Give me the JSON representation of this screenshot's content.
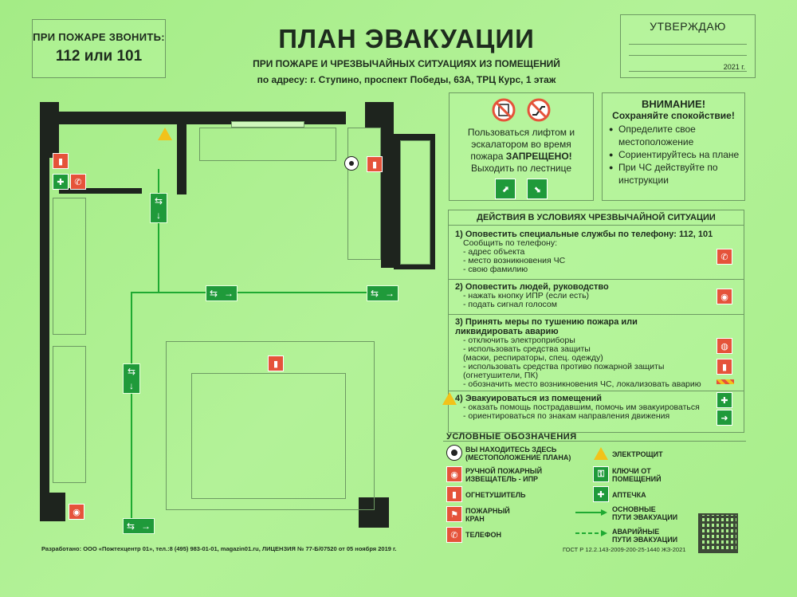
{
  "phone_box": {
    "line1": "ПРИ ПОЖАРЕ ЗВОНИТЬ:",
    "line2": "112 или 101"
  },
  "header": {
    "title": "ПЛАН ЭВАКУАЦИИ",
    "subtitle": "ПРИ ПОЖАРЕ И ЧРЕЗВЫЧАЙНЫХ СИТУАЦИЯХ ИЗ ПОМЕЩЕНИЙ",
    "address": "по адресу: г. Ступино, проспект Победы, 63А, ТРЦ Курс, 1 этаж"
  },
  "approve": {
    "label": "УТВЕРЖДАЮ",
    "year": "2021 г."
  },
  "prohibition": {
    "line1": "Пользоваться лифтом и",
    "line2": "эскалатором во время",
    "line3_pre": "пожара ",
    "line3_bold": "ЗАПРЕЩЕНО!",
    "line4": "Выходить по лестнице"
  },
  "attention": {
    "title": "ВНИМАНИЕ!",
    "subtitle": "Сохраняйте спокойствие!",
    "items": [
      "Определите свое местоположение",
      "Сориентируйтесь на плане",
      "При ЧС действуйте по инструкции"
    ]
  },
  "actions": {
    "header": "ДЕЙСТВИЯ В УСЛОВИЯХ ЧРЕЗВЫЧАЙНОЙ СИТУАЦИИ",
    "s1": {
      "title": "1) Оповестить специальные службы по телефону: 112, 101",
      "intro": "Сообщить по телефону:",
      "items": [
        "- адрес объекта",
        "- место возникновения ЧС",
        "- свою фамилию"
      ]
    },
    "s2": {
      "title": "2) Оповестить людей, руководство",
      "items": [
        "- нажать кнопку  ИПР (если есть)",
        "- подать сигнал голосом"
      ]
    },
    "s3": {
      "title1": "3) Принять меры по тушению пожара или",
      "title2": "ликвидировать аварию",
      "items": [
        "- отключить электроприборы",
        "- использовать средства защиты",
        "(маски, респираторы, спец. одежду)",
        "- использовать средства противо пожарной защиты",
        "(огнетушители, ПК)",
        "- обозначить место возникновения ЧС, локализовать аварию"
      ]
    },
    "s4": {
      "title": "4) Эвакуироваться из помещений",
      "items": [
        "- оказать помощь пострадавшим, помочь им эвакуироваться",
        "- ориентироваться по знакам направления движения"
      ]
    }
  },
  "legend": {
    "title": "УСЛОВНЫЕ ОБОЗНАЧЕНИЯ",
    "here1": "ВЫ НАХОДИТЕСЬ ЗДЕСЬ",
    "here2": "(МЕСТОПОЛОЖЕНИЕ ПЛАНА)",
    "ipr1": "РУЧНОЙ ПОЖАРНЫЙ",
    "ipr2": "ИЗВЕЩАТЕЛЬ - ИПР",
    "extinguisher": "ОГНЕТУШИТЕЛЬ",
    "hydrant1": "ПОЖАРНЫЙ",
    "hydrant2": "КРАН",
    "phone": "ТЕЛЕФОН",
    "panel": "ЭЛЕКТРОЩИТ",
    "keys1": "КЛЮЧИ ОТ",
    "keys2": "ПОМЕЩЕНИЙ",
    "aid": "АПТЕЧКА",
    "main1": "ОСНОВНЫЕ",
    "main2": "ПУТИ ЭВАКУАЦИИ",
    "emerg1": "АВАРИЙНЫЕ",
    "emerg2": "ПУТИ ЭВАКУАЦИИ"
  },
  "footer": {
    "developer": "Разработано: ООО «Пожтехцентр 01», тел.:8 (495) 983-01-01, magazin01.ru, ЛИЦЕНЗИЯ  № 77-Б/07520 от 05 ноября 2019 г.",
    "gost": "ГОСТ Р 12.2.143-2009-200-25-1440 ЖЗ-2021"
  },
  "colors": {
    "background": "#a9ef8c",
    "safety_red": "#e5533a",
    "safety_green": "#1f9a3a",
    "warning_yellow": "#f2c21a",
    "wall": "#1e241e"
  }
}
